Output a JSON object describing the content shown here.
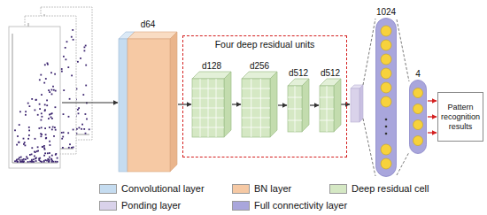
{
  "diagram": {
    "nodes": [
      {
        "text": [
          "d64"
        ]
      },
      {
        "text": [
          "Four deep residual units"
        ]
      },
      {
        "text": [
          "d128"
        ],
        "in": 1
      },
      {
        "text": [
          "d256"
        ],
        "in": 1
      },
      {
        "text": [
          "d512"
        ],
        "in": 1
      },
      {
        "text": [
          "d512"
        ],
        "in": 1
      },
      {
        "text": [
          "1024"
        ]
      },
      {
        "text": [
          "4"
        ]
      },
      {
        "text": [
          "Pattern recognition results"
        ]
      }
    ],
    "edges": [
      {
        "from": 0,
        "to": 2,
        "arrow": "to"
      },
      {
        "from": 2,
        "to": 3,
        "arrow": "to"
      },
      {
        "from": 3,
        "to": 4,
        "arrow": "to"
      },
      {
        "from": 4,
        "to": 5,
        "arrow": "to"
      },
      {
        "from": 6,
        "to": 7,
        "arrow": "none"
      },
      {
        "from": 7,
        "to": 8,
        "arrow": "to"
      }
    ],
    "legend": [
      {
        "text": "Convolutional layer",
        "color": "#c5dcf0"
      },
      {
        "text": "BN layer",
        "color": "#f6c9a4"
      },
      {
        "text": "Deep residual cell",
        "color": "#d5e8c4"
      },
      {
        "text": "Ponding layer",
        "color": "#d9d2ea"
      },
      {
        "text": "Full connectivity layer",
        "color": "#a9a6dc"
      }
    ]
  }
}
